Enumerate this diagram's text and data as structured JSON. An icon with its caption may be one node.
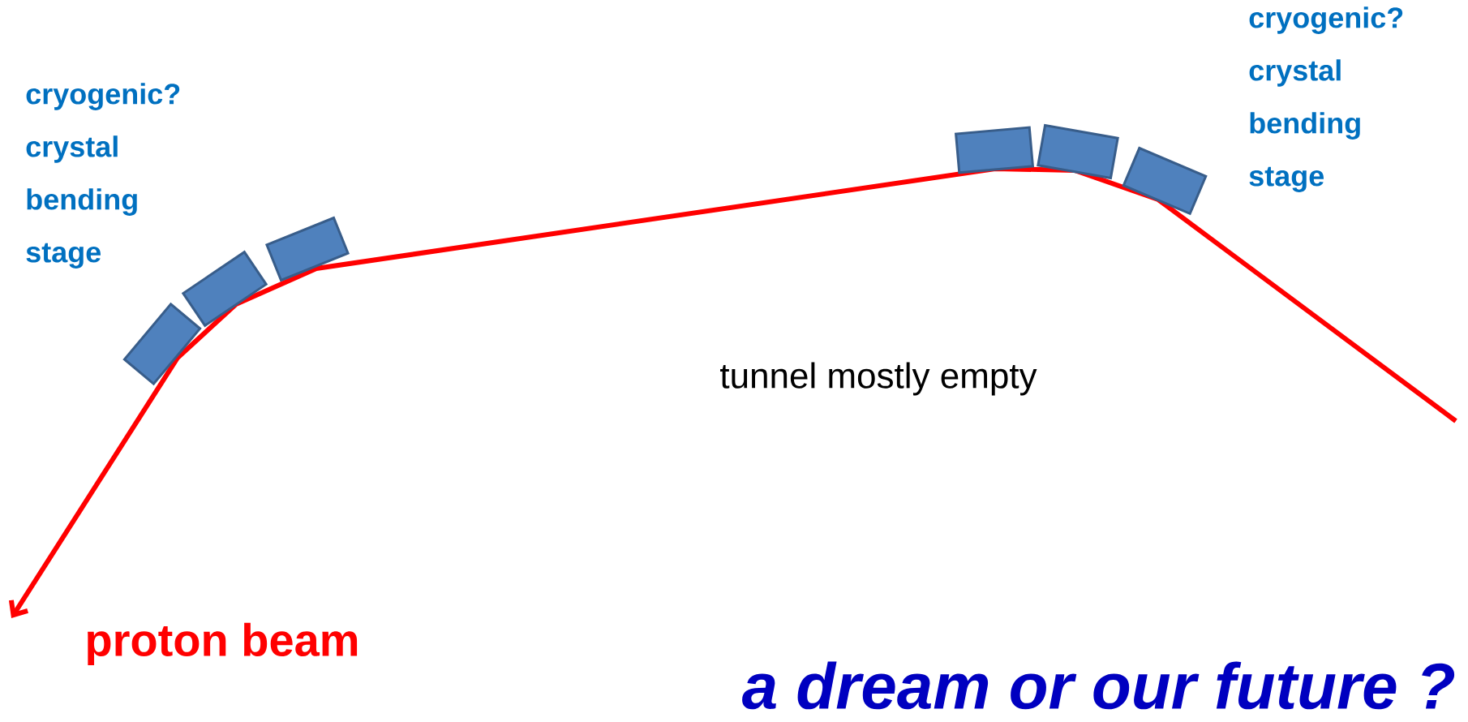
{
  "diagram": {
    "labels": [
      "cryogenic? crystal bending stage",
      "cryogenic? crystal bending stage",
      "tunnel mostly empty",
      "proton beam",
      "a dream or our future ?"
    ]
  }
}
